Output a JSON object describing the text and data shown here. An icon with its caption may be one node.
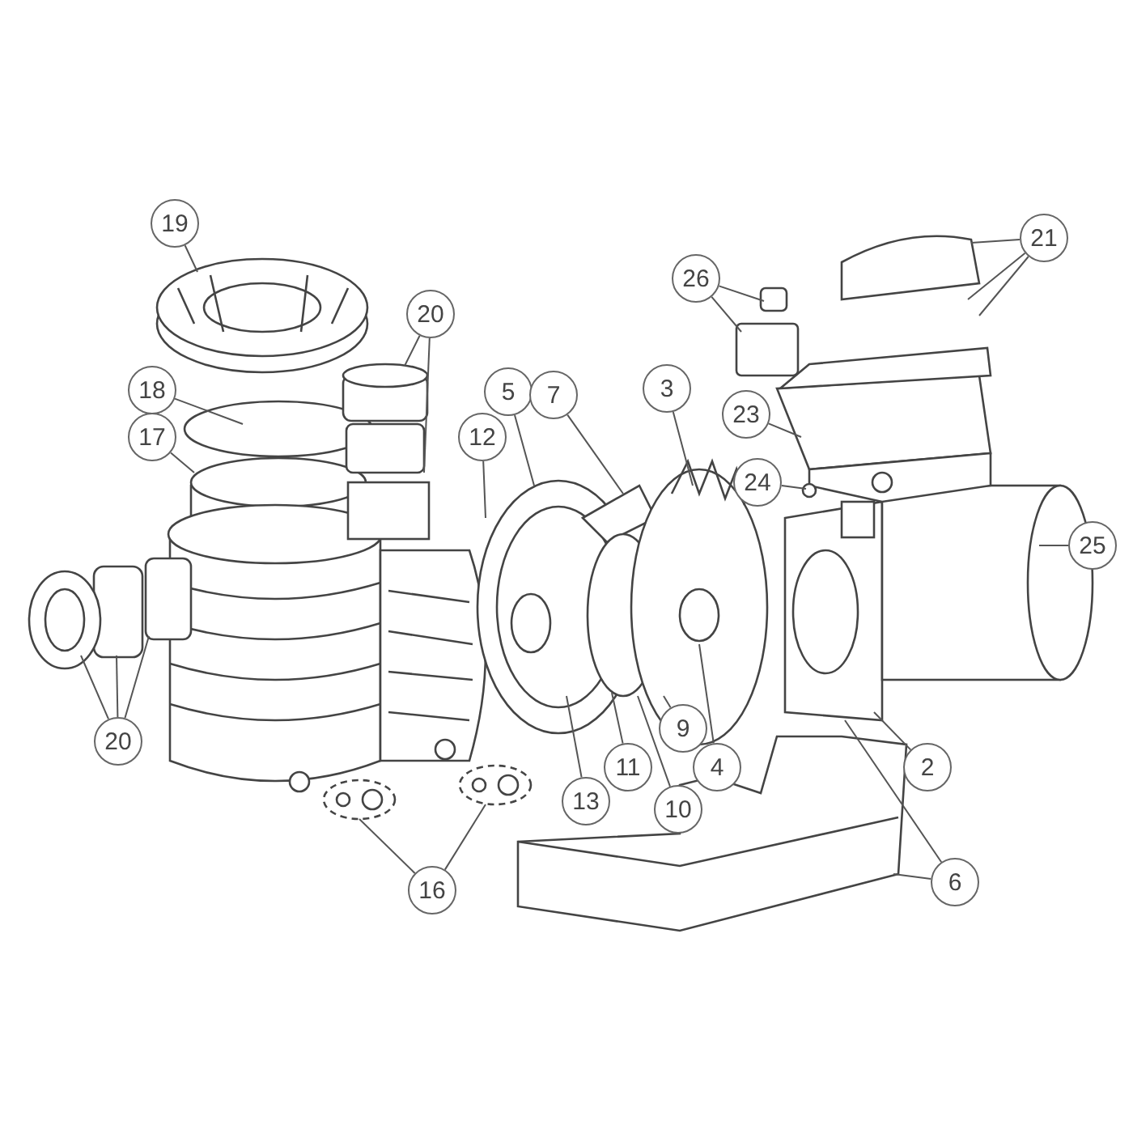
{
  "diagram": {
    "nodes": [
      {
        "text": [
          "19"
        ]
      },
      {
        "text": [
          "21"
        ]
      },
      {
        "text": [
          "26"
        ]
      },
      {
        "text": [
          "20"
        ]
      },
      {
        "text": [
          "3"
        ]
      },
      {
        "text": [
          "18"
        ]
      },
      {
        "text": [
          "5"
        ]
      },
      {
        "text": [
          "7"
        ]
      },
      {
        "text": [
          "23"
        ]
      },
      {
        "text": [
          "17"
        ]
      },
      {
        "text": [
          "12"
        ]
      },
      {
        "text": [
          "24"
        ]
      },
      {
        "text": [
          "25"
        ]
      },
      {
        "text": [
          "9"
        ]
      },
      {
        "text": [
          "20"
        ]
      },
      {
        "text": [
          "2"
        ]
      },
      {
        "text": [
          "11"
        ]
      },
      {
        "text": [
          "4"
        ]
      },
      {
        "text": [
          "13"
        ]
      },
      {
        "text": [
          "10"
        ]
      },
      {
        "text": [
          "6"
        ]
      },
      {
        "text": [
          "16"
        ]
      }
    ],
    "edges": [
      {
        "from": 0,
        "to": null,
        "arrow": "none"
      },
      {
        "from": 1,
        "to": null,
        "arrow": "none"
      },
      {
        "from": 1,
        "to": null,
        "arrow": "none"
      },
      {
        "from": 1,
        "to": null,
        "arrow": "none"
      },
      {
        "from": 2,
        "to": null,
        "arrow": "none"
      },
      {
        "from": 2,
        "to": null,
        "arrow": "none"
      },
      {
        "from": 3,
        "to": null,
        "arrow": "none"
      },
      {
        "from": 3,
        "to": null,
        "arrow": "none"
      },
      {
        "from": 4,
        "to": null,
        "arrow": "none"
      },
      {
        "from": 5,
        "to": null,
        "arrow": "none"
      },
      {
        "from": 6,
        "to": null,
        "arrow": "none"
      },
      {
        "from": 7,
        "to": null,
        "arrow": "none"
      },
      {
        "from": 8,
        "to": null,
        "arrow": "none"
      },
      {
        "from": 9,
        "to": null,
        "arrow": "none"
      },
      {
        "from": 10,
        "to": null,
        "arrow": "none"
      },
      {
        "from": 11,
        "to": null,
        "arrow": "none"
      },
      {
        "from": 12,
        "to": null,
        "arrow": "none"
      },
      {
        "from": 13,
        "to": null,
        "arrow": "none"
      },
      {
        "from": 14,
        "to": null,
        "arrow": "none"
      },
      {
        "from": 14,
        "to": null,
        "arrow": "none"
      },
      {
        "from": 14,
        "to": null,
        "arrow": "none"
      },
      {
        "from": 15,
        "to": null,
        "arrow": "none"
      },
      {
        "from": 16,
        "to": null,
        "arrow": "none"
      },
      {
        "from": 17,
        "to": null,
        "arrow": "none"
      },
      {
        "from": 18,
        "to": null,
        "arrow": "none"
      },
      {
        "from": 19,
        "to": null,
        "arrow": "none"
      },
      {
        "from": 20,
        "to": null,
        "arrow": "none"
      },
      {
        "from": 20,
        "to": null,
        "arrow": "none"
      },
      {
        "from": 21,
        "to": null,
        "arrow": "none"
      },
      {
        "from": 21,
        "to": null,
        "arrow": "none"
      }
    ]
  }
}
